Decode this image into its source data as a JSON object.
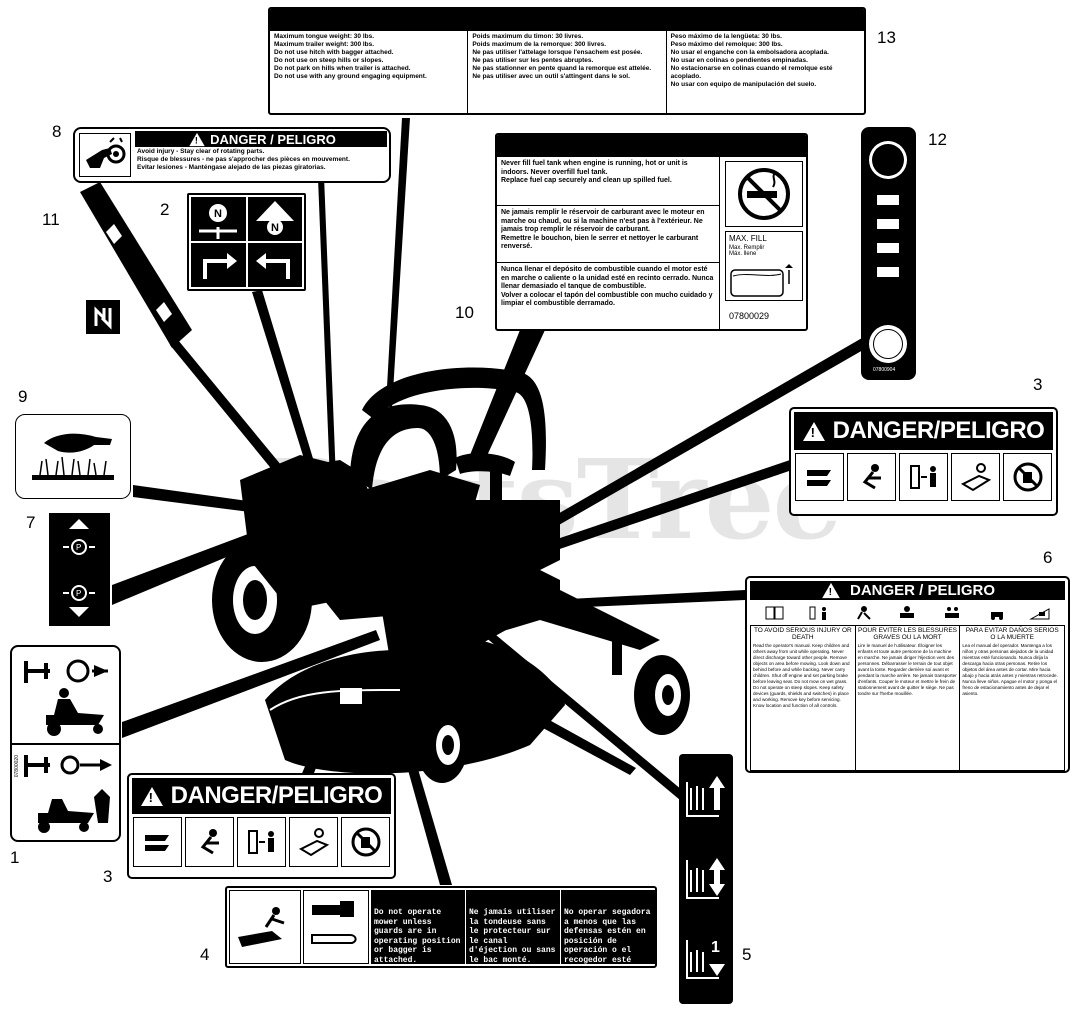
{
  "callouts": {
    "n1": "1",
    "n2": "2",
    "n3a": "3",
    "n3b": "3",
    "n4": "4",
    "n5": "5",
    "n6": "6",
    "n7": "7",
    "n8": "8",
    "n9": "9",
    "n10": "10",
    "n11": "11",
    "n12": "12",
    "n13": "13"
  },
  "watermark": "PartsTree",
  "decal13": {
    "col1": [
      "Maximum tongue weight: 30 lbs.",
      "Maximum trailer weight: 300 lbs.",
      "Do not use hitch with bagger attached.",
      "Do not use on steep hills or slopes.",
      "Do not park on hills when trailer is attached.",
      "Do not use with any ground engaging equipment."
    ],
    "col2": [
      "Poids maximum du timon: 30 livres.",
      "Poids maximum de la remorque: 300 livres.",
      "Ne pas utiliser l'attelage lorsque l'ensachem est posée.",
      "Ne pas utiliser sur les pentes abruptes.",
      "Ne pas stationner en pente quand la remorque est attelée.",
      "Ne pas utiliser avec un outil s'attingent dans le sol."
    ],
    "col3": [
      "Peso máximo de la lengüeta: 30 lbs.",
      "Peso máximo del remolque: 300 lbs.",
      "No usar el enganche con la embolsadora acoplada.",
      "No usar en colinas o pendientes empinadas.",
      "No estacionarse en colinas cuando el remolque esté acoplado.",
      "No usar con equipo de manipulación del suelo."
    ]
  },
  "decal8": {
    "header": "DANGER / PELIGRO",
    "lines": [
      "Avoid injury - Stay clear of rotating parts.",
      "Risque de blessures - ne pas s'approcher des pièces en mouvement.",
      "Evitar lesiones - Manténgase alejado de las piezas giratorias."
    ]
  },
  "decal10": {
    "en": [
      "Never fill fuel tank when engine is running, hot or unit is indoors.  Never overfill fuel tank.",
      "Replace fuel cap securely and clean up spilled fuel."
    ],
    "fr": [
      "Ne jamais remplir le réservoir de carburant avec le moteur en marche ou chaud, ou si la machine n'est pas à l'extérieur.  Ne jamais trop remplir le réservoir de carburant.",
      "Remettre le bouchon, bien le serrer et nettoyer le carburant renversé."
    ],
    "es": [
      "Nunca llenar el depósito de combustible cuando el motor esté en marche o caliente o la unidad esté en recinto cerrado.  Nunca llenar demasiado el tanque de combustible.",
      "Volver a colocar el tapón del combustible con mucho cuidado y limpiar el combustible derramado."
    ],
    "max_fill": "MAX. FILL",
    "max_fill_fr": "Max. Remplir",
    "max_fill_es": "Máx. llene",
    "part_no": "07800029"
  },
  "decal12": {
    "part_no": "07800904"
  },
  "decal3": {
    "header": "DANGER/PELIGRO"
  },
  "decal6": {
    "header": "DANGER / PELIGRO",
    "cols": [
      {
        "title": "TO AVOID SERIOUS INJURY OR DEATH",
        "body": "Read the operator's manual. Keep children and others away from unit while operating. Never direct discharge toward other people. Remove objects on area before mowing. Look down and behind before and while backing. Never carry children. Shut off engine and set parking brake before leaving seat. Do not mow on wet grass. Do not operate on steep slopes. Keep safety devices (guards, shields and switches) in place and working. Remove key before servicing. Know location and function of all controls."
      },
      {
        "title": "POUR EVITER LES BLESSURES GRAVES OU LA MORT",
        "body": "Lire le manuel de l'utilisateur. Éloigner les enfants et toute autre personne de la machine en marche. Ne jamais diriger l'éjection vers des personnes. Débarrasser le terrain de tout objet avant la tonte. Regarder derrière soi avant et pendant la marche arrière. Ne jamais transporter d'enfants. Couper le moteur et mettre le frein de stationnement avant de quitter le siège. Ne pas tondre sur l'herbe mouillée."
      },
      {
        "title": "PARA EVITAR DAÑOS SERIOS O LA MUERTE",
        "body": "Lea el manual del operador. Mantenga a los niños y otras personas alejados de la unidad mientras esté funcionando. Nunca dirija la descarga hacia otras personas. Retire los objetos del área antes de cortar. Mire hacia abajo y hacia atrás antes y mientras retrocede. Nunca lleve niños. Apague el motor y ponga el freno de estacionamiento antes de dejar el asiento."
      }
    ]
  },
  "decal4": {
    "en": "Do not operate mower unless guards are in operating position or bagger is attached.",
    "fr": "Ne jamais utiliser la tondeuse sans le protecteur sur le canal d'éjection ou sans le bac monté.",
    "es": "No operar segadora a menos que las defensas estén en posición de operación o el recogedor esté fijo."
  },
  "decal1": {
    "code": "07800020"
  }
}
